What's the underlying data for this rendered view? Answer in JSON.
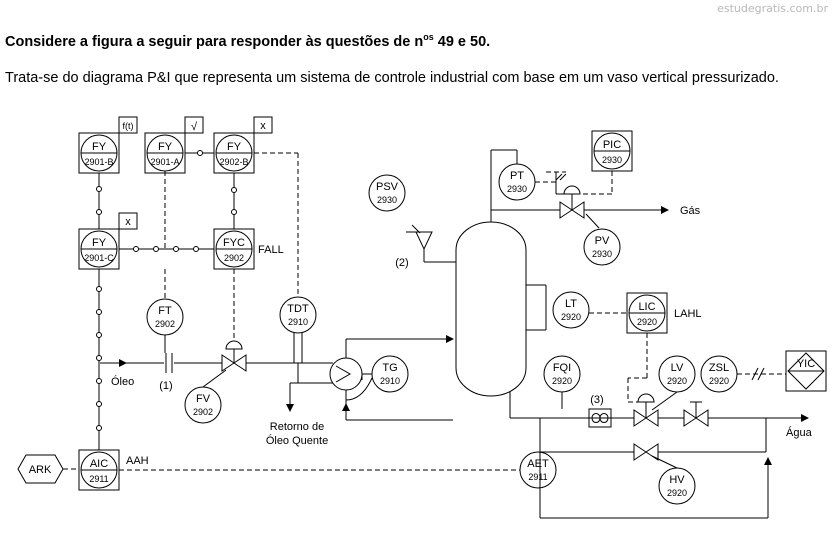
{
  "watermark": "estudegratis.com.br",
  "heading": {
    "before": "Considere a figura a seguir para responder às questões de n",
    "sup": "os",
    "after": " 49 e 50."
  },
  "intro": "Trata-se do diagrama P&I que representa um sistema de controle industrial com base em um vaso vertical pressurizado.",
  "diagram": {
    "instruments": {
      "fy_2901b": {
        "tag": "FY",
        "num": "2901-B",
        "func": "f(t)"
      },
      "fy_2901a": {
        "tag": "FY",
        "num": "2901-A",
        "func": "√"
      },
      "fy_2902b": {
        "tag": "FY",
        "num": "2902-B",
        "func": "x"
      },
      "fy_2901c": {
        "tag": "FY",
        "num": "2901-C",
        "func": "x"
      },
      "fyc_2902": {
        "tag": "FYC",
        "num": "2902"
      },
      "ft_2902": {
        "tag": "FT",
        "num": "2902"
      },
      "fv_2902": {
        "tag": "FV",
        "num": "2902"
      },
      "tdt_2910": {
        "tag": "TDT",
        "num": "2910"
      },
      "tg_2910": {
        "tag": "TG",
        "num": "2910"
      },
      "psv_2930": {
        "tag": "PSV",
        "num": "2930"
      },
      "pt_2930": {
        "tag": "PT",
        "num": "2930"
      },
      "pic_2930": {
        "tag": "PIC",
        "num": "2930"
      },
      "pv_2930": {
        "tag": "PV",
        "num": "2930"
      },
      "lt_2920": {
        "tag": "LT",
        "num": "2920"
      },
      "lic_2920": {
        "tag": "LIC",
        "num": "2920"
      },
      "fqi_2920": {
        "tag": "FQI",
        "num": "2920"
      },
      "lv_2920": {
        "tag": "LV",
        "num": "2920"
      },
      "zsl_2920": {
        "tag": "ZSL",
        "num": "2920"
      },
      "yic": {
        "tag": "YIC"
      },
      "aet_2911": {
        "tag": "AET",
        "num": "2911"
      },
      "hv_2920": {
        "tag": "HV",
        "num": "2920"
      },
      "aic_2911": {
        "tag": "AIC",
        "num": "2911"
      },
      "ark": {
        "tag": "ARK"
      }
    },
    "labels": {
      "fall": "FALL",
      "lahl": "LAHL",
      "aah": "AAH",
      "oleo": "Óleo",
      "note1": "(1)",
      "note2": "(2)",
      "note3": "(3)",
      "retorno_line1": "Retorno de",
      "retorno_line2": "Óleo Quente",
      "gas": "Gás",
      "agua": "Água"
    }
  }
}
